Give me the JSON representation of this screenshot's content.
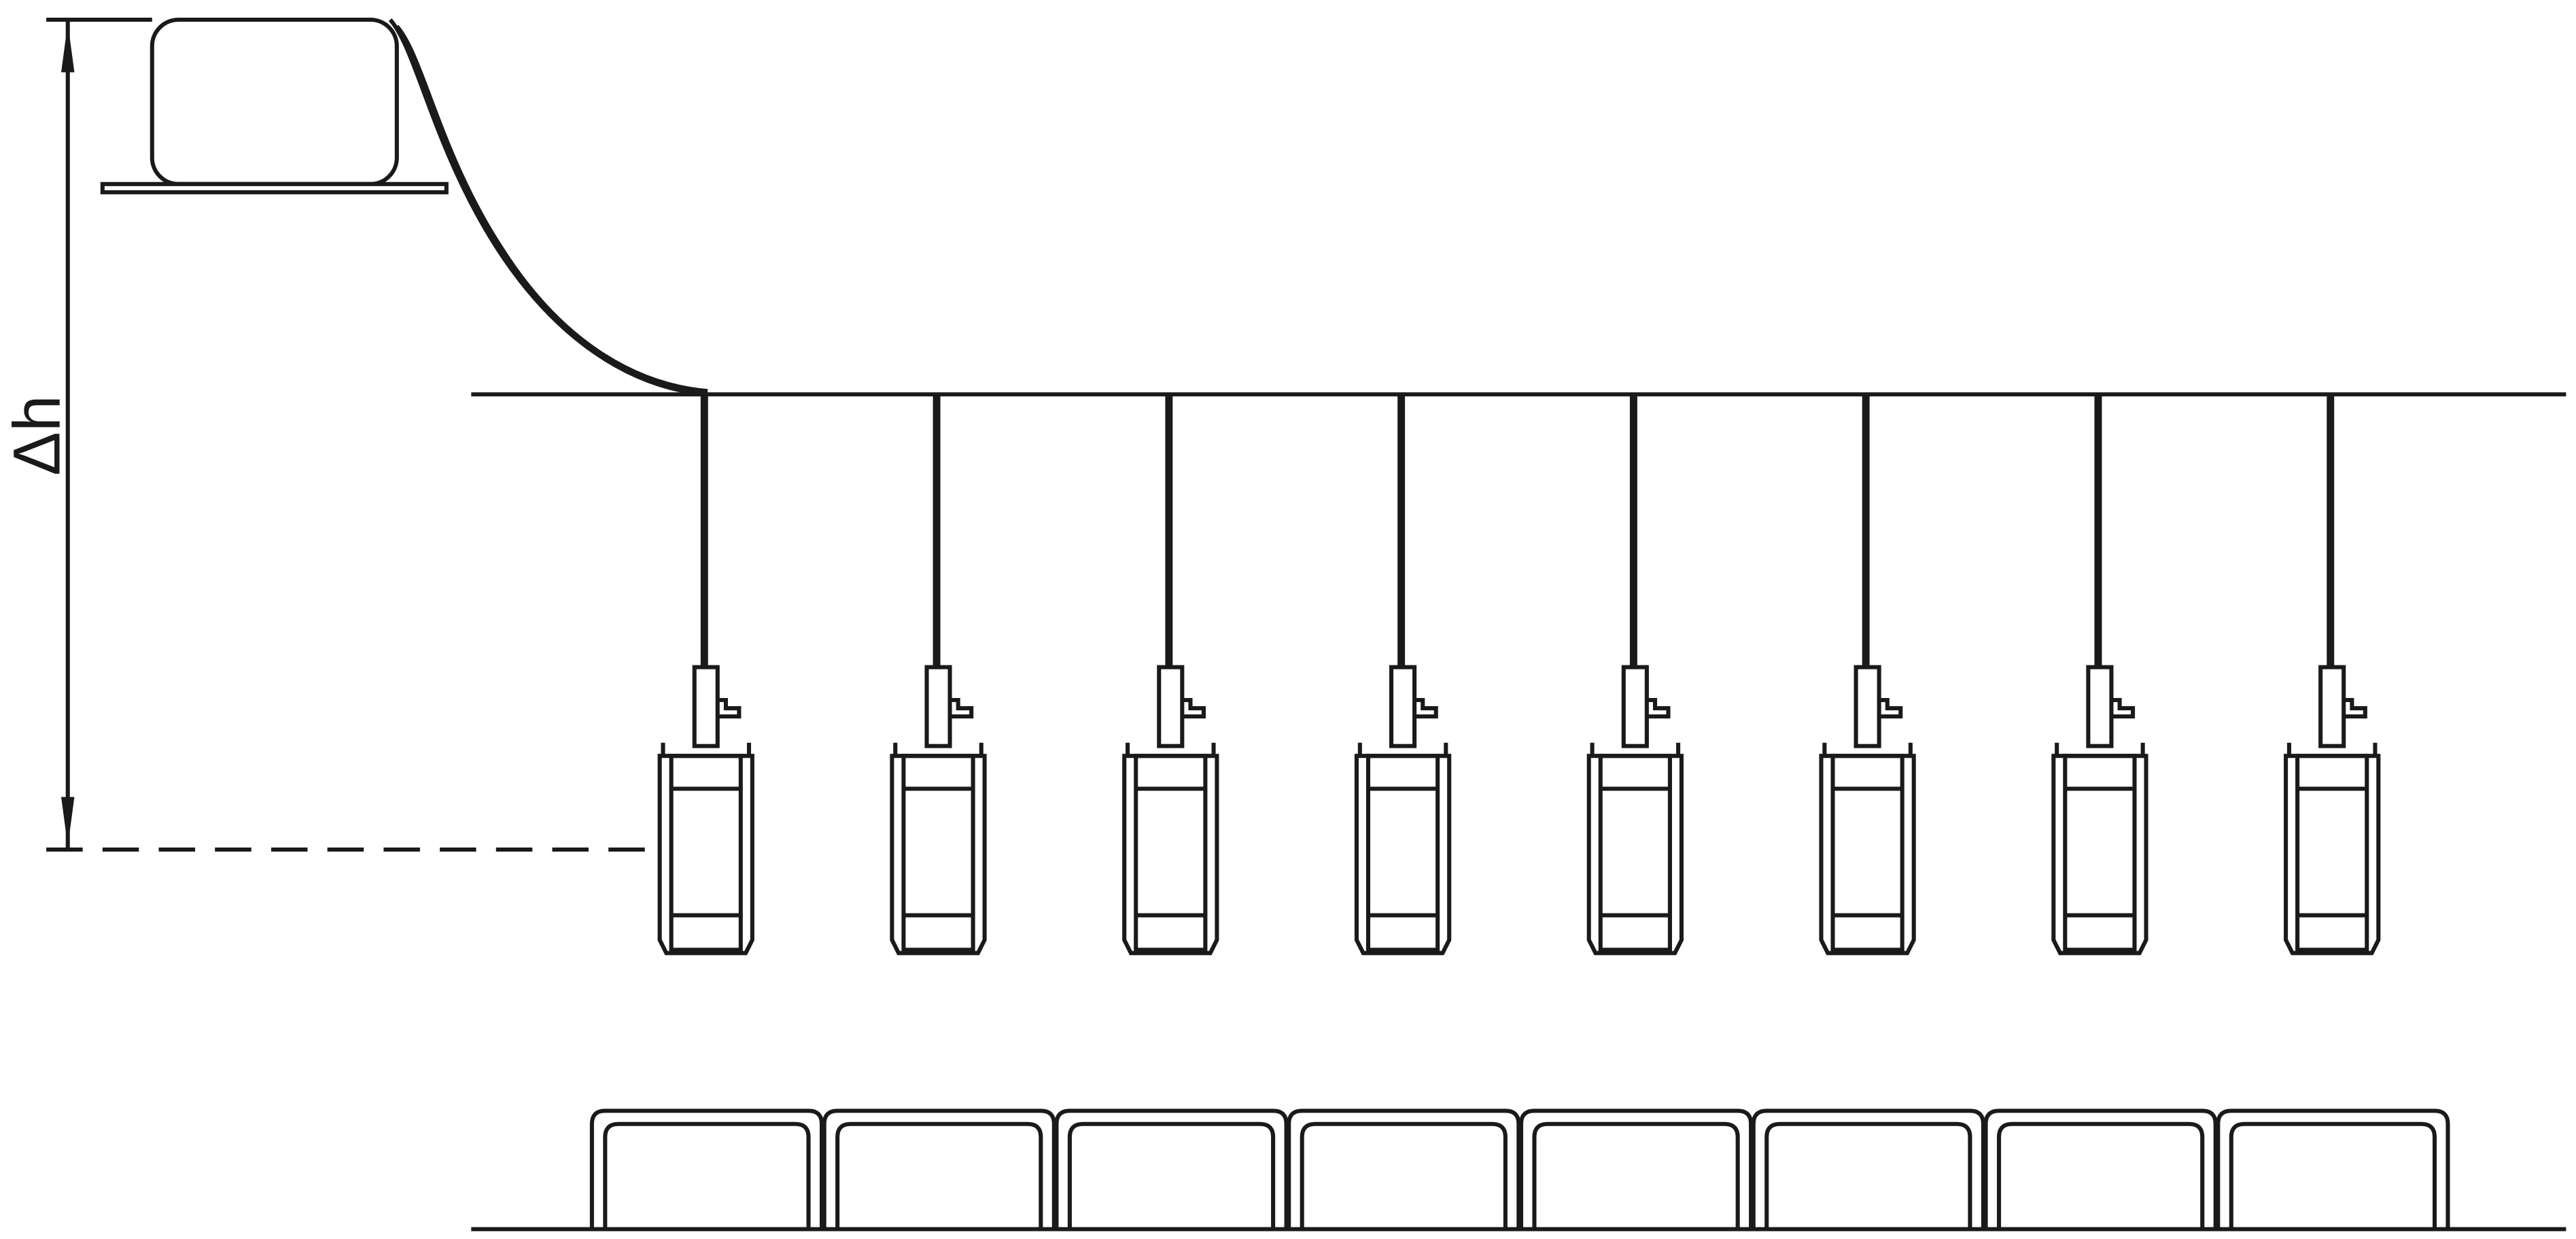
{
  "diagram": {
    "dimension_label": "Δh",
    "dispenser_count": 8,
    "trough_count": 8,
    "colors": {
      "line": "#1a1a1a",
      "background": "#ffffff"
    }
  }
}
